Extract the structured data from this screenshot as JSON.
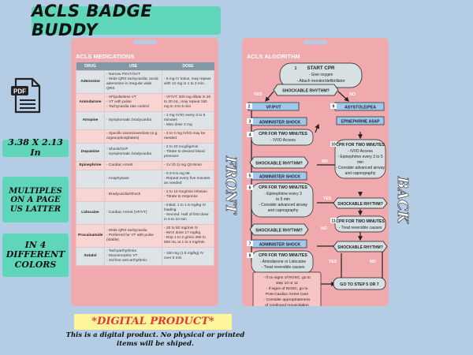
{
  "title": "ACLS BADGE BUDDY",
  "pdf_icon": {
    "label": "PDF",
    "icon": "pdf-file-icon"
  },
  "side_info": [
    {
      "lines": [
        "3.38 X 2.13 In"
      ]
    },
    {
      "lines": [
        "MULTIPLES",
        "ON A PAGE",
        "US LATTER"
      ]
    },
    {
      "lines": [
        "IN 4",
        "DIFFERENT",
        "COLORS"
      ]
    }
  ],
  "front": {
    "label": "FRONT",
    "heading": "ACLS MEDICATIONS",
    "columns": [
      "DRUG",
      "USE",
      "DOSE"
    ],
    "rows": [
      {
        "drug": "Adenosine",
        "use": "- Narrow PSVT/SVT\n- Wide QRS tachycardia; avoid adenosine in irregular wide QRS",
        "dose": "- 6 mg IV bolus, may repeat with 12 mg in 1 to 2 min."
      },
      {
        "drug": "Amiodarone",
        "use": "- VF/pulseless VT\n- VT with pulse\n- Tachycardia rate control",
        "dose": "- VF/VT: 300 mg dilute in 20 to 30 mL, may repeat 150 mg in 3 to 5 min"
      },
      {
        "drug": "Atropine",
        "use": "- Symptomatic bradycardia",
        "dose": "- 1 mg IV/IO every 3 to 5 minutes\n- Max dose 3 mg"
      },
      {
        "drug": "",
        "use": "- Specific toxins/overdose (e.g. organophosphates)",
        "dose": "- 2 to 4 mg IV/IO may be needed"
      },
      {
        "drug": "Dopamine",
        "use": "- Shock/CHF\n- Symptomatic bradycardia",
        "dose": "- 2 to 20 mcg/kg/min\n- Titrate to desired blood pressure"
      },
      {
        "drug": "Epinephrine",
        "use": "- Cardiac Arrest",
        "dose": "- 1V (0.1) mg Q3-5min"
      },
      {
        "drug": "",
        "use": "- Anaphylaxis",
        "dose": "- 0.3-0.5 mg IM\n- Repeat every five minutes as needed"
      },
      {
        "drug": "",
        "use": "- Bradycardia/Shock",
        "dose": "- 2 to 10 mcg/min infusion\n- Titrate to response"
      },
      {
        "drug": "Lidocaine",
        "use": "- Cardiac Arrest (VF/VT)",
        "dose": "- Initial: 1 to 1.5 mg/kg IV loading\n- Second: Half of first dose in 5 to 10 min"
      },
      {
        "drug": "Procainamide",
        "use": "- Wide QRS tachycardia\n- Preferred for VT with pulse (stable)",
        "dose": "- 20 to 50 mg/min IV\n- MAX dose 17 mg/kg\n- Drip 1 to 2 g/min 250 to 500 mL at 1 to 4 mg/min"
      },
      {
        "drug": "Sotalol",
        "use": "- Tachyarrhythmia\n- Monomorphic VT\n- 3rd line anti-arrhythmic",
        "dose": "- 100 mg (1.5 mg/kg) IV over 5 min"
      }
    ]
  },
  "back": {
    "label": "BACK",
    "heading": "ACLS ALGORITHM",
    "start": {
      "num": "1",
      "title": "START CPR",
      "lines": [
        "- Give oxygen",
        "- Attach monitor/defibrillator"
      ]
    },
    "shockable_q": "SHOCKABLE RHYTHM?",
    "yes": "YES",
    "no": "NO",
    "left": [
      {
        "num": "2",
        "text": "VF/PVT"
      },
      {
        "num": "3",
        "text": "ADMINISTER SHOCK"
      },
      {
        "num": "4",
        "title": "CPR FOR TWO MINUTES",
        "lines": [
          "- IV/IO Access"
        ]
      },
      {
        "text": "SHOCKABLE RHYTHM?"
      },
      {
        "num": "5",
        "text": "ADMINISTER SHOCK"
      },
      {
        "num": "6",
        "title": "CPR FOR TWO MINUTES",
        "lines": [
          "- Epinephrine every 3",
          "to 5 min",
          "- Consider advanced airway",
          "and capnography"
        ]
      },
      {
        "text": "SHOCKABLE RHYTHM?"
      },
      {
        "num": "7",
        "text": "ADMINISTER SHOCK"
      },
      {
        "num": "8",
        "title": "CPR FOR TWO MINUTES",
        "lines": [
          "- Amiodarone or Lidocaine",
          "- Treat reversible causes"
        ]
      }
    ],
    "right": [
      {
        "num": "9",
        "text": "ASYSTOLE/PEA"
      },
      {
        "text": "EPINEPHRINE ASAP"
      },
      {
        "num": "10",
        "title": "CPR FOR TWO MINUTES",
        "lines": [
          "- IV/IO Access",
          "- Epinephrine every 3 to 5",
          "min",
          "- Consider advanced airway",
          "and capnography"
        ]
      },
      {
        "text": "SHOCKABLE RHYTHM?"
      },
      {
        "num": "11",
        "title": "CPR FOR TWO MINUTES",
        "lines": [
          "- Treat reversible causes"
        ]
      },
      {
        "text": "SHOCKABLE RHYTHM?"
      }
    ],
    "rosc_lines": [
      "- If no signs of ROSC, go to",
      "step 10 or 11",
      "- If signs of ROSC, go to",
      "Post-Cardiac Arrest Care",
      "- Consider appropriateness",
      "of continued resuscitation"
    ],
    "goto": "GO TO STEP 5 OR 7"
  },
  "banner": "*DIGITAL PRODUCT*",
  "disclaimer": "This is a digital product. No physical or printed items will be shiped.",
  "colors": {
    "teal": "#5fd6ba",
    "pink": "#f0a9ac",
    "blue_bg": "#b5cde4",
    "step_blue": "#9fc8ee",
    "box_gray": "#d7e0e3",
    "yellow": "#fff59c",
    "red": "#e53935"
  }
}
